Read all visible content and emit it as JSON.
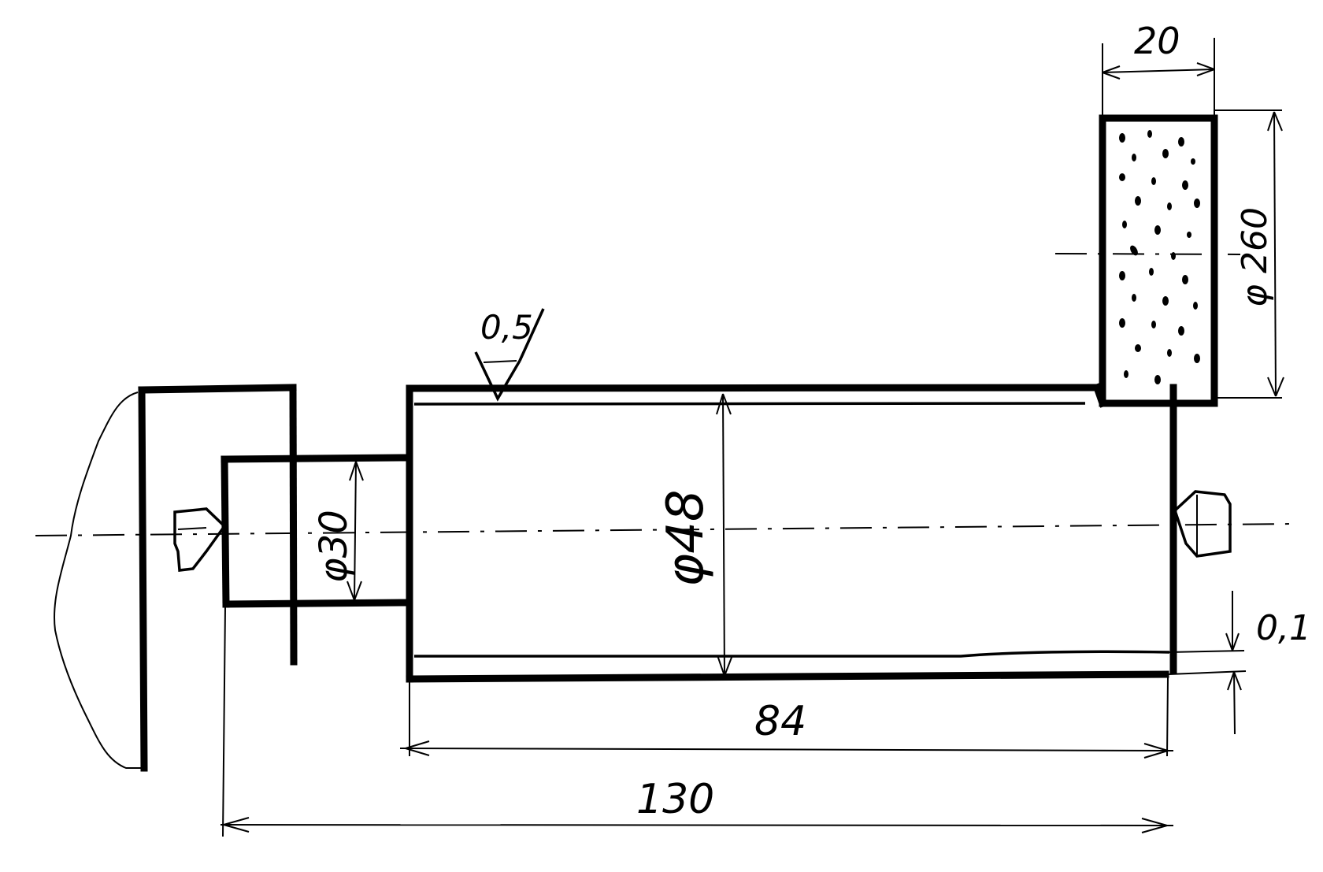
{
  "dimensions": {
    "wheel_width": "20",
    "wheel_diameter": "φ 260",
    "roughness": "0,5",
    "journal_diameter": "φ30",
    "main_diameter": "φ48",
    "stock": "0,1",
    "main_length": "84",
    "total_length": "130"
  }
}
